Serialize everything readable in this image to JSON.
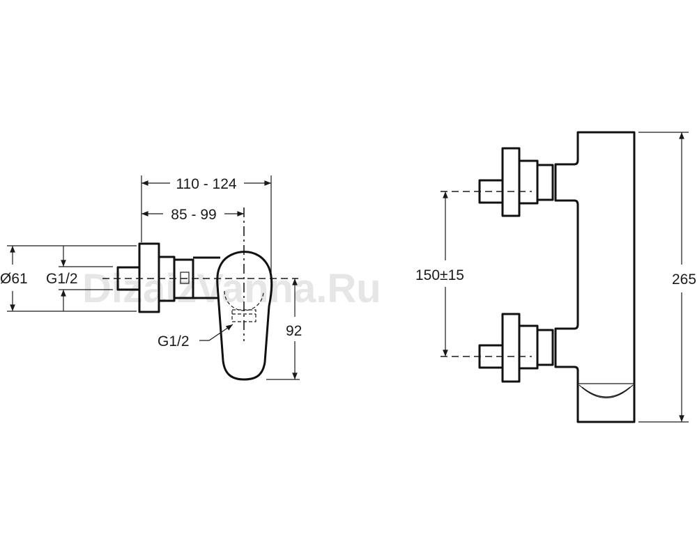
{
  "watermark": "DizaizVanna.Ru",
  "side_view": {
    "dim_overall_depth": "110 - 124",
    "dim_axis_depth": "85 - 99",
    "dim_flange_diameter": "Ø61",
    "dim_inlet_thread": "G1/2",
    "dim_outlet_thread": "G1/2",
    "dim_handle_height": "92"
  },
  "front_view": {
    "dim_inlet_spacing": "150±15",
    "dim_body_height": "265"
  }
}
